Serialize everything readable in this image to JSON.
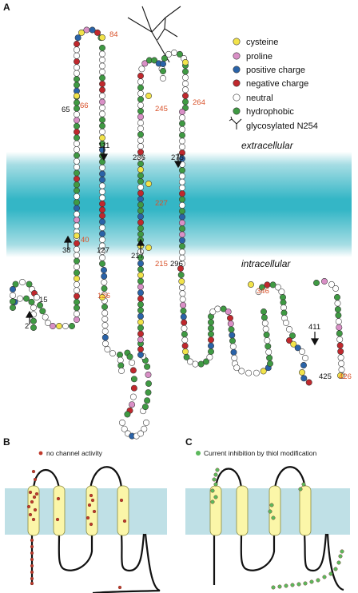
{
  "panels": {
    "a": "A",
    "b": "B",
    "c": "C"
  },
  "legend": {
    "items": [
      {
        "label": "cysteine",
        "color": "#f2e34a"
      },
      {
        "label": "proline",
        "color": "#d98fc6"
      },
      {
        "label": "positive charge",
        "color": "#2a63a8"
      },
      {
        "label": "negative charge",
        "color": "#c0282d"
      },
      {
        "label": "neutral",
        "color": "#ffffff"
      },
      {
        "label": "hydrophobic",
        "color": "#3f9a43"
      }
    ],
    "glyco_label": "glycosylated N254"
  },
  "membrane": {
    "extracellular": "extracellular",
    "intracellular": "intracellular",
    "color": "#34b6c6"
  },
  "residue_labels": {
    "black": [
      "65",
      "111",
      "236",
      "275",
      "38",
      "127",
      "217",
      "296",
      "15",
      "2",
      "411",
      "425"
    ],
    "red": [
      "84",
      "66",
      "245",
      "264",
      "227",
      "40",
      "215",
      "136",
      "346",
      "426"
    ]
  },
  "panel_b": {
    "legend": "no channel activity",
    "marker_color": "#c0392b"
  },
  "panel_c": {
    "legend": "Current inhibition by thiol modification",
    "marker_color": "#5cb85c"
  },
  "colors": {
    "bar_membrane": "#bfe0e6",
    "helix_fill": "#fbf6a8",
    "helix_stroke": "#8a8a40"
  }
}
